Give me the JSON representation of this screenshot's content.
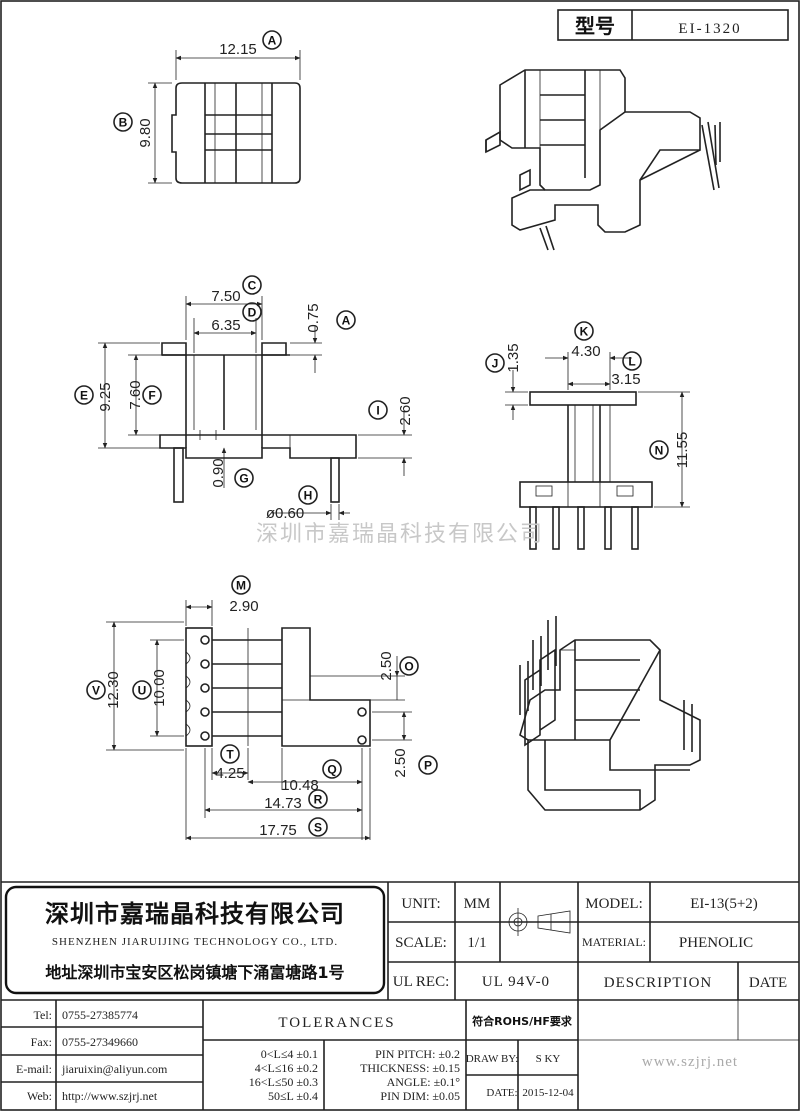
{
  "header": {
    "type_label": "型号",
    "type_value": "EI-1320"
  },
  "watermark": "深圳市嘉瑞晶科技有限公司",
  "dims": {
    "top_width": "12.15",
    "top_height": "9.80",
    "front_c": "7.50",
    "front_d": "6.35",
    "front_a": "0.75",
    "front_e": "9.25",
    "front_f": "7.60",
    "front_i": "2.60",
    "front_g": "0.90",
    "front_h": "ø0.60",
    "side_k": "4.30",
    "side_l": "3.15",
    "side_j": "1.35",
    "side_n": "11.55",
    "bot_m": "2.90",
    "bot_v": "12.30",
    "bot_u": "10.00",
    "bot_o": "2.50",
    "bot_p": "2.50",
    "bot_t": "4.25",
    "bot_q": "10.48",
    "bot_r": "14.73",
    "bot_s": "17.75"
  },
  "letters": {
    "A": "A",
    "B": "B",
    "C": "C",
    "D": "D",
    "E": "E",
    "F": "F",
    "G": "G",
    "H": "H",
    "I": "I",
    "J": "J",
    "K": "K",
    "L": "L",
    "M": "M",
    "N": "N",
    "O": "O",
    "P": "P",
    "Q": "Q",
    "R": "R",
    "S": "S",
    "T": "T",
    "U": "U",
    "V": "V"
  },
  "title_block": {
    "company_cn": "深圳市嘉瑞晶科技有限公司",
    "company_en": "SHENZHEN JIARUIJING TECHNOLOGY CO., LTD.",
    "address": "地址深圳市宝安区松岗镇塘下涌富塘路1号",
    "unit_label": "UNIT:",
    "unit_value": "MM",
    "scale_label": "SCALE:",
    "scale_value": "1/1",
    "ulrec_label": "UL REC:",
    "ulrec_value": "UL 94V-0",
    "model_label": "MODEL:",
    "model_value": "EI-13(5+2)",
    "material_label": "MATERIAL:",
    "material_value": "PHENOLIC",
    "description_label": "DESCRIPTION",
    "date_label": "DATE",
    "tel_label": "Tel:",
    "tel_value": "0755-27385774",
    "fax_label": "Fax:",
    "fax_value": "0755-27349660",
    "email_label": "E-mail:",
    "email_value": "jiaruixin@aliyun.com",
    "web_label": "Web:",
    "web_value": "http://www.szjrj.net",
    "tolerances_label": "TOLERANCES",
    "tol_rows": [
      "0<L≤4 ±0.1",
      "4<L≤16 ±0.2",
      "16<L≤50 ±0.3",
      "50≤L ±0.4"
    ],
    "tol2_rows": [
      "PIN PITCH: ±0.2",
      "THICKNESS: ±0.15",
      "ANGLE: ±0.1°",
      "PIN DIM: ±0.05"
    ],
    "rohs": "符合ROHS/HF要求",
    "draw_label": "DRAW BY:",
    "draw_value": "S KY",
    "date2_label": "DATE:",
    "date2_value": "2015-12-04",
    "website_big": "www.szjrj.net"
  }
}
